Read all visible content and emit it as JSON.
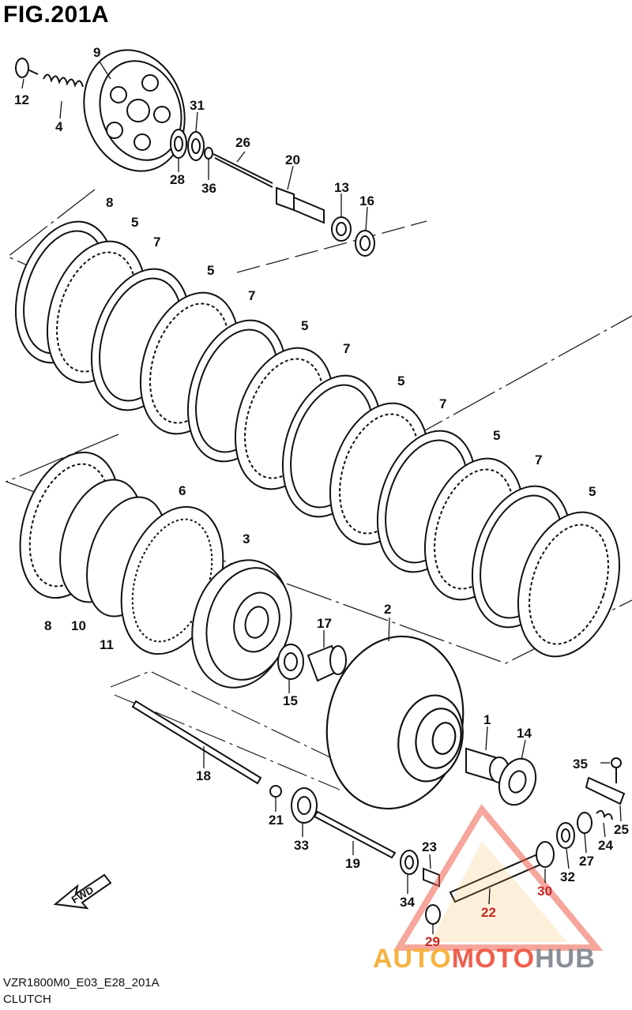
{
  "figure": {
    "title": "FIG.201A",
    "code": "VZR1800M0_E03_E28_201A",
    "name": "CLUTCH"
  },
  "watermark": {
    "part1": "AUTO",
    "part2": "MOTO",
    "part3": "HUB",
    "colors": {
      "auto": "#f6b23f",
      "moto": "#ef5f4d",
      "hub": "#8a8f96"
    }
  },
  "fwd_label": "FWD",
  "callouts": [
    "9",
    "12",
    "4",
    "31",
    "28",
    "36",
    "26",
    "20",
    "13",
    "16",
    "8",
    "5",
    "7",
    "5",
    "7",
    "5",
    "7",
    "5",
    "7",
    "5",
    "7",
    "5",
    "6",
    "3",
    "8",
    "10",
    "11",
    "2",
    "17",
    "15",
    "1",
    "14",
    "35",
    "18",
    "21",
    "33",
    "19",
    "23",
    "34",
    "29",
    "22",
    "30",
    "32",
    "27",
    "24",
    "25"
  ]
}
